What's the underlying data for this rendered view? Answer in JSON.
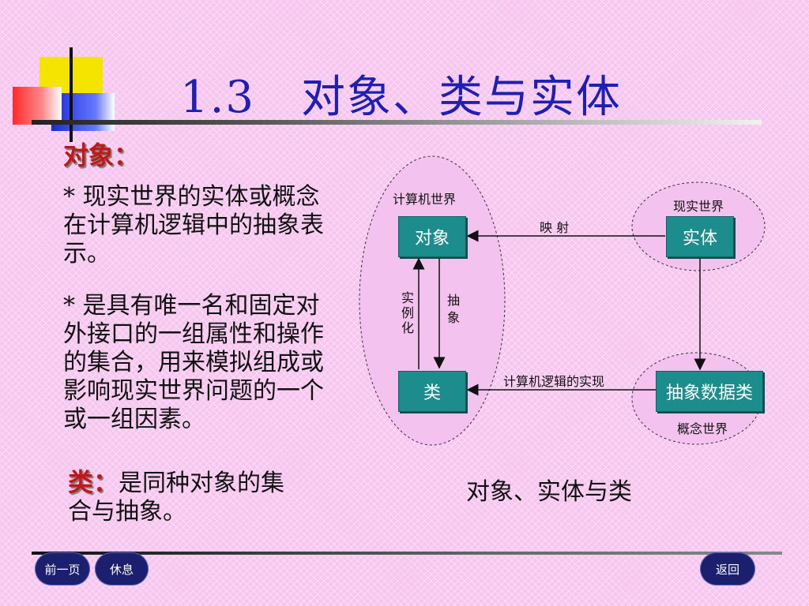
{
  "title": "1.3　对象、类与实体",
  "object_section": {
    "heading": "对象：",
    "para1": "* 现实世界的实体或概念在计算机逻辑中的抽象表示。",
    "para2": "* 是具有唯一名和固定对外接口的一组属性和操作的集合，用来模拟组成或影响现实世界问题的一个或一组因素。"
  },
  "class_section": {
    "heading": "类：",
    "text_part1": "是同种对象的集",
    "text_part2": "合与抽象。"
  },
  "diagram": {
    "left_region": "计算机世界",
    "right_top_region": "现实世界",
    "right_bottom_region": "概念世界",
    "box_object": "对象",
    "box_entity": "实体",
    "box_class": "类",
    "box_adt": "抽象数据类",
    "arrow_mapping": "映 射",
    "arrow_instantiation": "实例化",
    "arrow_abstraction": "抽象",
    "arrow_implementation": "计算机逻辑的实现",
    "caption": "对象、实体与类"
  },
  "nav": {
    "prev": "前一页",
    "rest": "休息",
    "back": "返回"
  },
  "colors": {
    "background": "#f7c6f0",
    "title": "#1f1fb8",
    "heading": "#c01818",
    "box": "#1c8c8c",
    "nav": "#1b1f6e"
  }
}
